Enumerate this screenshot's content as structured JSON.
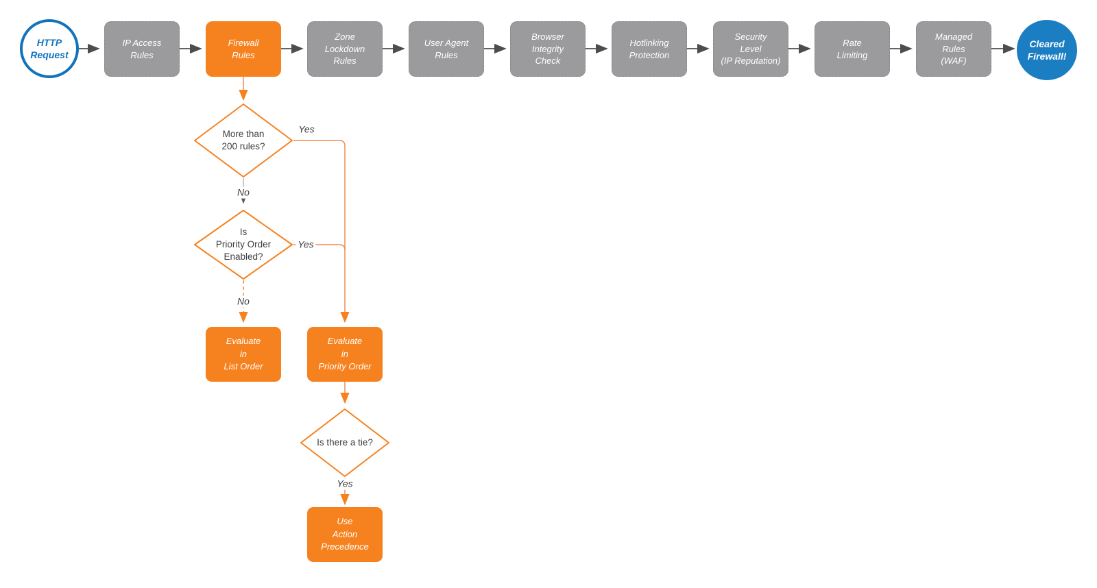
{
  "colors": {
    "orange": "#f6821f",
    "orange_line": "#f58a4b",
    "gray_box": "#9b9b9d",
    "blue_stroke": "#1173bb",
    "blue_fill": "#1b7ec2",
    "dark_line": "#4d4d4d",
    "text_dark": "#3d3d3d",
    "text_white": "#ffffff"
  },
  "start": {
    "label": "HTTP\nRequest"
  },
  "end": {
    "label": "Cleared\nFirewall!"
  },
  "pipeline": [
    {
      "label": "IP Access\nRules"
    },
    {
      "label": "Firewall\nRules"
    },
    {
      "label": "Zone\nLockdown\nRules"
    },
    {
      "label": "User Agent\nRules"
    },
    {
      "label": "Browser\nIntegrity\nCheck"
    },
    {
      "label": "Hotlinking\nProtection"
    },
    {
      "label": "Security\nLevel\n(IP Reputation)"
    },
    {
      "label": "Rate\nLimiting"
    },
    {
      "label": "Managed\nRules\n(WAF)"
    }
  ],
  "decisions": [
    {
      "label": "More than\n200 rules?"
    },
    {
      "label": "Is\nPriority Order\nEnabled?"
    },
    {
      "label": "Is there a tie?"
    }
  ],
  "actions": [
    {
      "label": "Evaluate\nin\nList Order"
    },
    {
      "label": "Evaluate\nin\nPriority Order"
    },
    {
      "label": "Use\nAction\nPrecedence"
    }
  ],
  "edges": {
    "d1_yes": "Yes",
    "d1_no": "No",
    "d2_yes": "Yes",
    "d2_no": "No",
    "d3_yes": "Yes"
  }
}
